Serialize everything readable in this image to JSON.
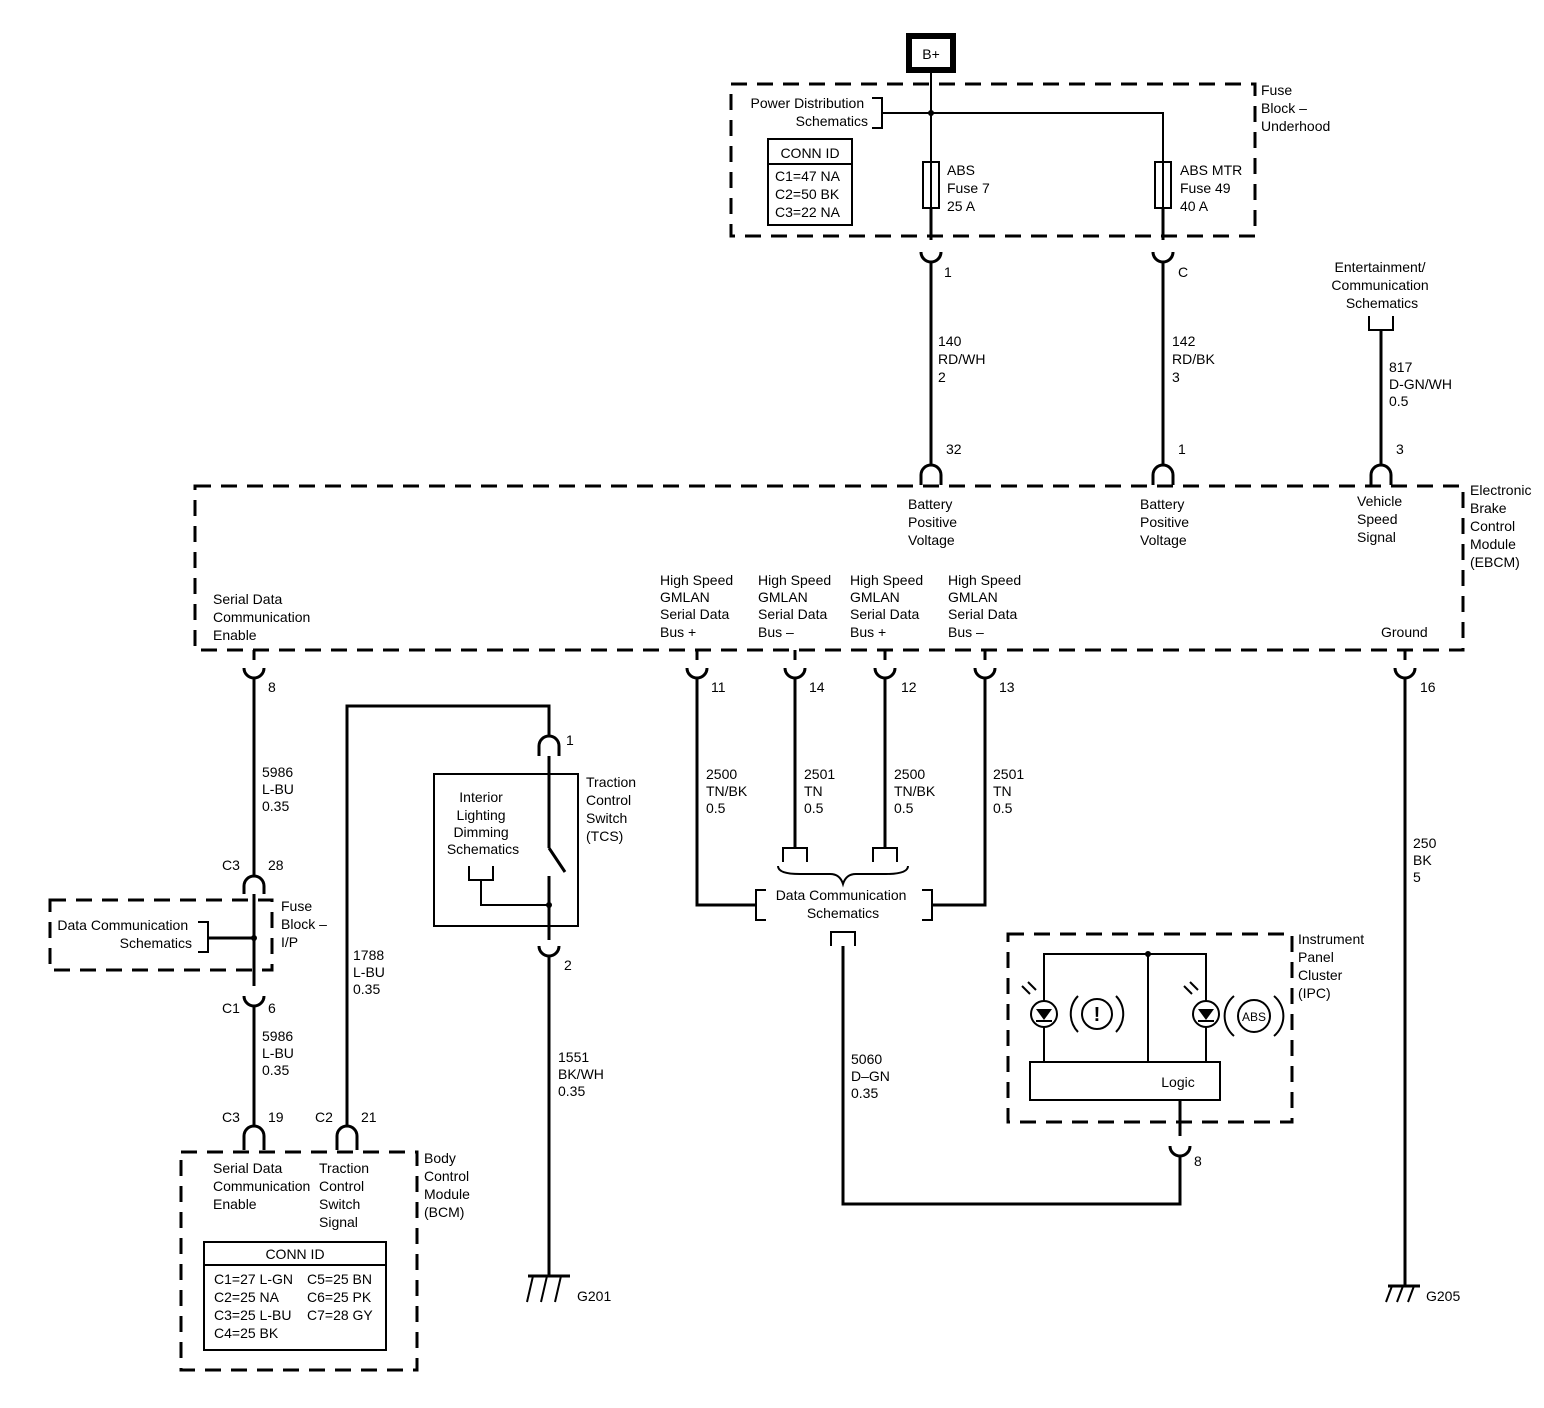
{
  "source": {
    "label": "B+"
  },
  "fuse_block_underhood": {
    "name": [
      "Fuse",
      "Block –",
      "Underhood"
    ],
    "power_distribution": [
      "Power Distribution",
      "Schematics"
    ],
    "conn_id": {
      "title": "CONN ID",
      "rows": [
        "C1=47 NA",
        "C2=50 BK",
        "C3=22 NA"
      ]
    },
    "fuse_abs": [
      "ABS",
      "Fuse 7",
      "25 A"
    ],
    "fuse_abs_mtr": [
      "ABS MTR",
      "Fuse 49",
      "40 A"
    ],
    "pin_1": "1",
    "pin_c": "C"
  },
  "wires": {
    "w140": [
      "140",
      "RD/WH",
      "2"
    ],
    "w142": [
      "142",
      "RD/BK",
      "3"
    ],
    "w817": [
      "817",
      "D-GN/WH",
      "0.5"
    ],
    "w5986a": [
      "5986",
      "L-BU",
      "0.35"
    ],
    "w5986b": [
      "5986",
      "L-BU",
      "0.35"
    ],
    "w1788": [
      "1788",
      "L-BU",
      "0.35"
    ],
    "w1551": [
      "1551",
      "BK/WH",
      "0.35"
    ],
    "w2500a": [
      "2500",
      "TN/BK",
      "0.5"
    ],
    "w2501a": [
      "2501",
      "TN",
      "0.5"
    ],
    "w2500b": [
      "2500",
      "TN/BK",
      "0.5"
    ],
    "w2501b": [
      "2501",
      "TN",
      "0.5"
    ],
    "w250": [
      "250",
      "BK",
      "5"
    ],
    "w5060": [
      "5060",
      "D–GN",
      "0.35"
    ]
  },
  "entertainment": [
    "Entertainment/",
    "Communication",
    "Schematics"
  ],
  "ebcm": {
    "name": [
      "Electronic",
      "Brake",
      "Control",
      "Module",
      "(EBCM)"
    ],
    "pins": {
      "p32": "32",
      "p1": "1",
      "p3": "3",
      "p8": "8",
      "p11": "11",
      "p14": "14",
      "p12": "12",
      "p13": "13",
      "p16": "16"
    },
    "bpv1": [
      "Battery",
      "Positive",
      "Voltage"
    ],
    "bpv2": [
      "Battery",
      "Positive",
      "Voltage"
    ],
    "vss": [
      "Vehicle",
      "Speed",
      "Signal"
    ],
    "sdce": [
      "Serial Data",
      "Communication",
      "Enable"
    ],
    "hs1": [
      "High Speed",
      "GMLAN",
      "Serial Data",
      "Bus +"
    ],
    "hs2": [
      "High Speed",
      "GMLAN",
      "Serial Data",
      "Bus –"
    ],
    "hs3": [
      "High Speed",
      "GMLAN",
      "Serial Data",
      "Bus +"
    ],
    "hs4": [
      "High Speed",
      "GMLAN",
      "Serial Data",
      "Bus –"
    ],
    "ground": "Ground"
  },
  "fuse_block_ip": {
    "name": [
      "Fuse",
      "Block –",
      "I/P"
    ],
    "data_comm": [
      "Data Communication",
      "Schematics"
    ],
    "c3": "C3",
    "pin28": "28",
    "c1": "C1",
    "pin6": "6"
  },
  "tcs": {
    "name": [
      "Traction",
      "Control",
      "Switch",
      "(TCS)"
    ],
    "dimming": [
      "Interior",
      "Lighting",
      "Dimming",
      "Schematics"
    ],
    "pin1": "1",
    "pin2": "2"
  },
  "data_comm_center": [
    "Data Communication",
    "Schematics"
  ],
  "ipc": {
    "name": [
      "Instrument",
      "Panel",
      "Cluster",
      "(IPC)"
    ],
    "logic": "Logic",
    "abs_symbol": "ABS",
    "warning_symbol": "!",
    "pin8": "8"
  },
  "bcm": {
    "name": [
      "Body",
      "Control",
      "Module",
      "(BCM)"
    ],
    "c3": "C3",
    "pin19": "19",
    "c2": "C2",
    "pin21": "21",
    "sdce": [
      "Serial Data",
      "Communication",
      "Enable"
    ],
    "tcs_signal": [
      "Traction",
      "Control",
      "Switch",
      "Signal"
    ],
    "conn_id": {
      "title": "CONN ID",
      "left": [
        "C1=27 L-GN",
        "C2=25 NA",
        "C3=25 L-BU",
        "C4=25 BK"
      ],
      "right": [
        "C5=25 BN",
        "C6=25 PK",
        "C7=28 GY"
      ]
    }
  },
  "grounds": {
    "g201": "G201",
    "g205": "G205"
  }
}
